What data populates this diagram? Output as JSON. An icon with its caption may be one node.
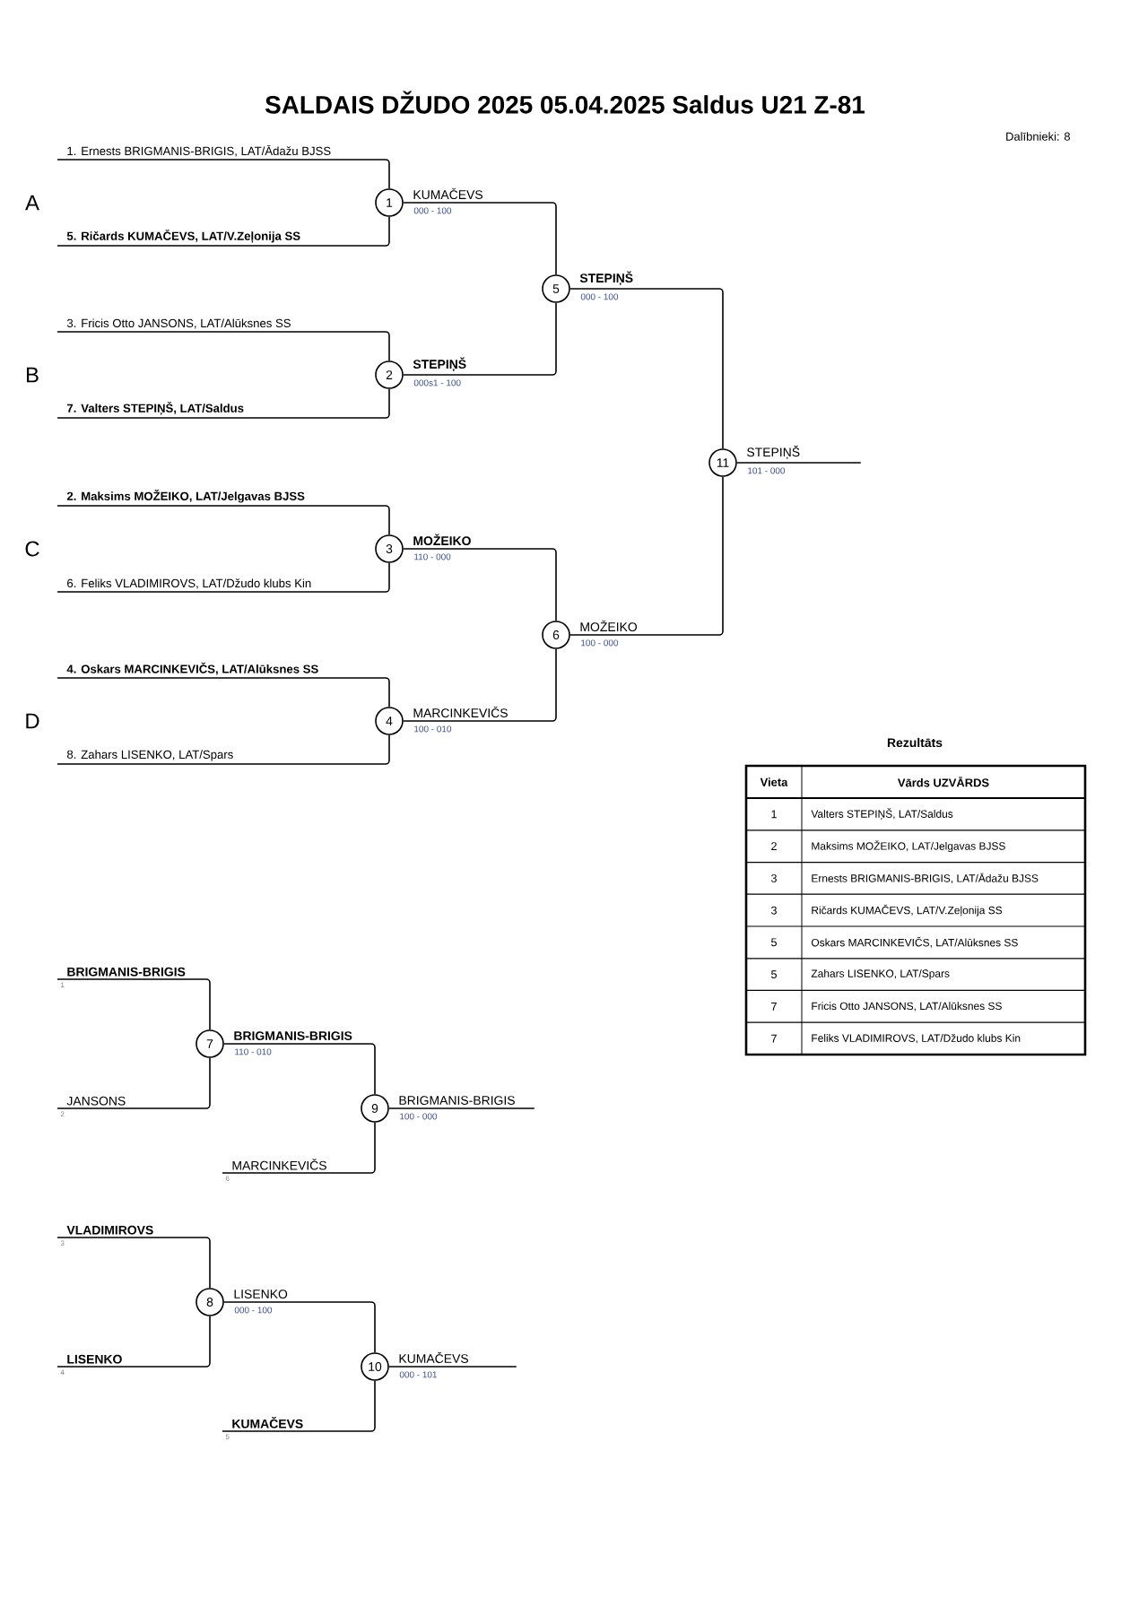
{
  "diagram": {
    "title": "SALDAIS DŽUDO 2025  05.04.2025  Saldus   U21 Z-81",
    "nodes": [
      {
        "text": [
          "1"
        ]
      },
      {
        "text": [
          "2"
        ]
      },
      {
        "text": [
          "3"
        ]
      },
      {
        "text": [
          "4"
        ]
      },
      {
        "text": [
          "5"
        ]
      },
      {
        "text": [
          "6"
        ]
      },
      {
        "text": [
          "11"
        ]
      },
      {
        "text": [
          "7"
        ]
      },
      {
        "text": [
          "8"
        ]
      },
      {
        "text": [
          "9"
        ]
      },
      {
        "text": [
          "10"
        ]
      },
      {
        "text": [
          "1. Ernests BRIGMANIS-BRIGIS, LAT/Ādažu BJSS"
        ]
      },
      {
        "text": [
          "5. Ričards KUMAČEVS, LAT/V.Zeļonija SS"
        ]
      },
      {
        "text": [
          "3. Fricis Otto JANSONS, LAT/Alūksnes SS"
        ]
      },
      {
        "text": [
          "7. Valters STEPIŅŠ, LAT/Saldus"
        ]
      },
      {
        "text": [
          "2. Maksims MOŽEIKO, LAT/Jelgavas BJSS"
        ]
      },
      {
        "text": [
          "6. Feliks VLADIMIROVS, LAT/Džudo klubs Kin"
        ]
      },
      {
        "text": [
          "4. Oskars MARCINKEVIČS, LAT/Alūksnes SS"
        ]
      },
      {
        "text": [
          "8. Zahars LISENKO, LAT/Spars"
        ]
      },
      {
        "text": [
          "BRIGMANIS-BRIGIS"
        ],
        "beside": [
          "1"
        ]
      },
      {
        "text": [
          "JANSONS"
        ],
        "beside": [
          "2"
        ]
      },
      {
        "text": [
          "MARCINKEVIČS"
        ],
        "beside": [
          "6"
        ]
      },
      {
        "text": [
          "VLADIMIROVS"
        ],
        "beside": [
          "3"
        ]
      },
      {
        "text": [
          "LISENKO"
        ],
        "beside": [
          "4"
        ]
      },
      {
        "text": [
          "KUMAČEVS"
        ],
        "beside": [
          "5"
        ]
      }
    ],
    "edges": [
      {
        "from": 11,
        "to": 0,
        "arrow": "none"
      },
      {
        "from": 12,
        "to": 0,
        "arrow": "none"
      },
      {
        "from": 13,
        "to": 1,
        "arrow": "none"
      },
      {
        "from": 14,
        "to": 1,
        "arrow": "none"
      },
      {
        "from": 15,
        "to": 2,
        "arrow": "none"
      },
      {
        "from": 16,
        "to": 2,
        "arrow": "none"
      },
      {
        "from": 17,
        "to": 3,
        "arrow": "none"
      },
      {
        "from": 18,
        "to": 3,
        "arrow": "none"
      },
      {
        "from": 0,
        "to": 4,
        "arrow": "none",
        "label": "KUMAČEVS"
      },
      {
        "from": 1,
        "to": 4,
        "arrow": "none",
        "label": "STEPIŅŠ"
      },
      {
        "from": 2,
        "to": 5,
        "arrow": "none",
        "label": "MOŽEIKO"
      },
      {
        "from": 3,
        "to": 5,
        "arrow": "none",
        "label": "MARCINKEVIČS"
      },
      {
        "from": 4,
        "to": 6,
        "arrow": "none",
        "label": "STEPIŅŠ"
      },
      {
        "from": 5,
        "to": 6,
        "arrow": "none",
        "label": "MOŽEIKO"
      },
      {
        "from": 6,
        "to": null,
        "arrow": "none",
        "label": "STEPIŅŠ"
      },
      {
        "from": 19,
        "to": 7,
        "arrow": "none"
      },
      {
        "from": 20,
        "to": 7,
        "arrow": "none"
      },
      {
        "from": 7,
        "to": 9,
        "arrow": "none",
        "label": "BRIGMANIS-BRIGIS"
      },
      {
        "from": 21,
        "to": 9,
        "arrow": "none"
      },
      {
        "from": 9,
        "to": null,
        "arrow": "none",
        "label": "BRIGMANIS-BRIGIS"
      },
      {
        "from": 22,
        "to": 8,
        "arrow": "none"
      },
      {
        "from": 23,
        "to": 8,
        "arrow": "none"
      },
      {
        "from": 8,
        "to": 10,
        "arrow": "none",
        "label": "LISENKO"
      },
      {
        "from": 24,
        "to": 10,
        "arrow": "none"
      },
      {
        "from": 10,
        "to": null,
        "arrow": "none",
        "label": "KUMAČEVS"
      }
    ],
    "labels": [
      "Dalībnieki: 8",
      "A",
      "B",
      "C",
      "D",
      "000 - 100",
      "000s1 - 100",
      "110 - 000",
      "100 - 010",
      "000 - 100",
      "100 - 000",
      "101 - 000",
      "110 - 010",
      "100 - 000",
      "000 - 100",
      "000 - 101",
      "Rezultāts",
      "Vieta",
      "Vārds UZVĀRDS",
      "1",
      "Valters STEPIŅŠ, LAT/Saldus",
      "2",
      "Maksims MOŽEIKO, LAT/Jelgavas BJSS",
      "3",
      "Ernests BRIGMANIS-BRIGIS, LAT/Ādažu BJSS",
      "3",
      "Ričards KUMAČEVS, LAT/V.Zeļonija SS",
      "5",
      "Oskars MARCINKEVIČS, LAT/Alūksnes SS",
      "5",
      "Zahars LISENKO, LAT/Spars",
      "7",
      "Fricis Otto JANSONS, LAT/Alūksnes SS",
      "7",
      "Feliks VLADIMIROVS, LAT/Džudo klubs Kin"
    ]
  }
}
